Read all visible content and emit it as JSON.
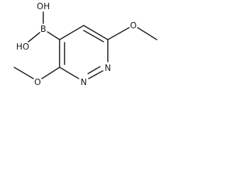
{
  "molecule": {
    "labels": {
      "oh_top": "OH",
      "oh_left": "HO",
      "boron": "B",
      "o_right": "O",
      "o_bottom": "O",
      "n_upper": "N",
      "n_lower": "N"
    }
  },
  "colors": {
    "ink": "#1a1a1a",
    "background": "#ffffff"
  }
}
